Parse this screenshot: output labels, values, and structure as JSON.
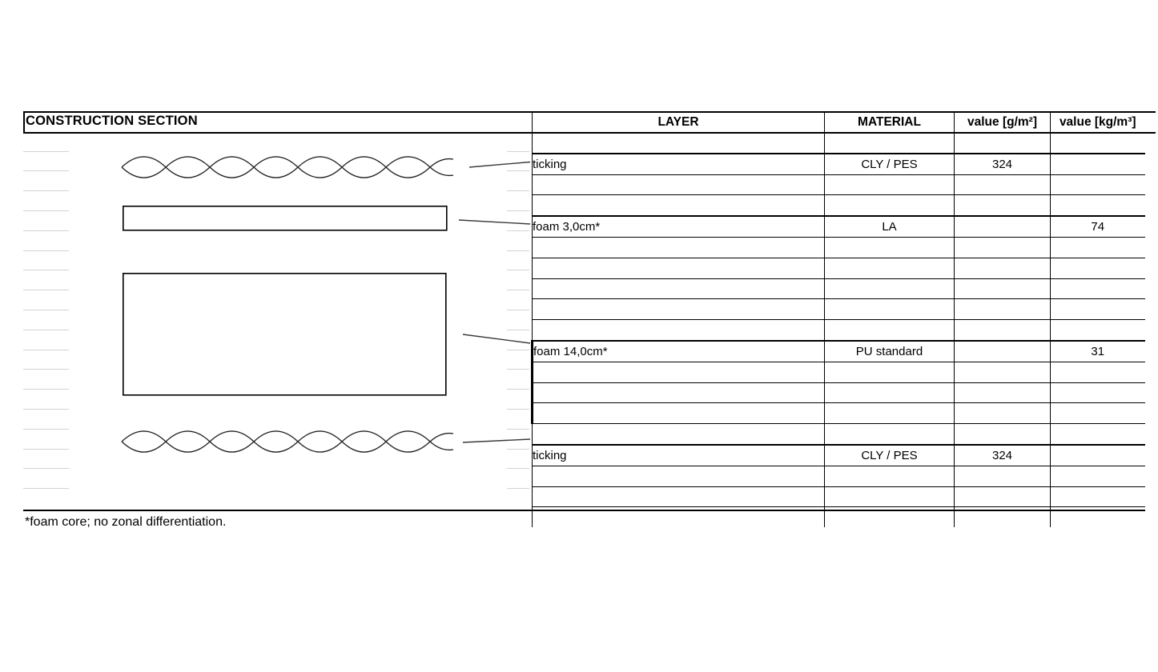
{
  "title": "CONSTRUCTION SECTION",
  "table": {
    "headers": [
      "LAYER",
      "MATERIAL",
      "value [g/m²]",
      "value [kg/m³]"
    ],
    "rows": [
      {
        "layer": "",
        "material": "",
        "value_gm2": "",
        "value_kgm3": ""
      },
      {
        "layer": "ticking",
        "material": "CLY / PES",
        "value_gm2": "324",
        "value_kgm3": "",
        "section_start": true
      },
      {
        "layer": "",
        "material": "",
        "value_gm2": "",
        "value_kgm3": ""
      },
      {
        "layer": "",
        "material": "",
        "value_gm2": "",
        "value_kgm3": ""
      },
      {
        "layer": "foam 3,0cm*",
        "material": "LA",
        "value_gm2": "",
        "value_kgm3": "74",
        "section_start": true
      },
      {
        "layer": "",
        "material": "",
        "value_gm2": "",
        "value_kgm3": ""
      },
      {
        "layer": "",
        "material": "",
        "value_gm2": "",
        "value_kgm3": ""
      },
      {
        "layer": "",
        "material": "",
        "value_gm2": "",
        "value_kgm3": ""
      },
      {
        "layer": "",
        "material": "",
        "value_gm2": "",
        "value_kgm3": ""
      },
      {
        "layer": "",
        "material": "",
        "value_gm2": "",
        "value_kgm3": ""
      },
      {
        "layer": "foam 14,0cm*",
        "material": "PU standard",
        "value_gm2": "",
        "value_kgm3": "31",
        "section_start": true,
        "bold_left": true
      },
      {
        "layer": "",
        "material": "",
        "value_gm2": "",
        "value_kgm3": "",
        "bold_left": true
      },
      {
        "layer": "",
        "material": "",
        "value_gm2": "",
        "value_kgm3": "",
        "bold_left": true
      },
      {
        "layer": "",
        "material": "",
        "value_gm2": "",
        "value_kgm3": "",
        "bold_left": true
      },
      {
        "layer": "",
        "material": "",
        "value_gm2": "",
        "value_kgm3": ""
      },
      {
        "layer": "ticking",
        "material": "CLY / PES",
        "value_gm2": "324",
        "value_kgm3": "",
        "section_start": true
      },
      {
        "layer": "",
        "material": "",
        "value_gm2": "",
        "value_kgm3": ""
      },
      {
        "layer": "",
        "material": "",
        "value_gm2": "",
        "value_kgm3": ""
      },
      {
        "layer": "",
        "material": "",
        "value_gm2": "",
        "value_kgm3": ""
      }
    ]
  },
  "footnote": "*foam core; no zonal differentiation.",
  "colors": {
    "grid": "#000000",
    "leader": "#3a3a3a",
    "faint_grid": "#d2d2d2"
  }
}
